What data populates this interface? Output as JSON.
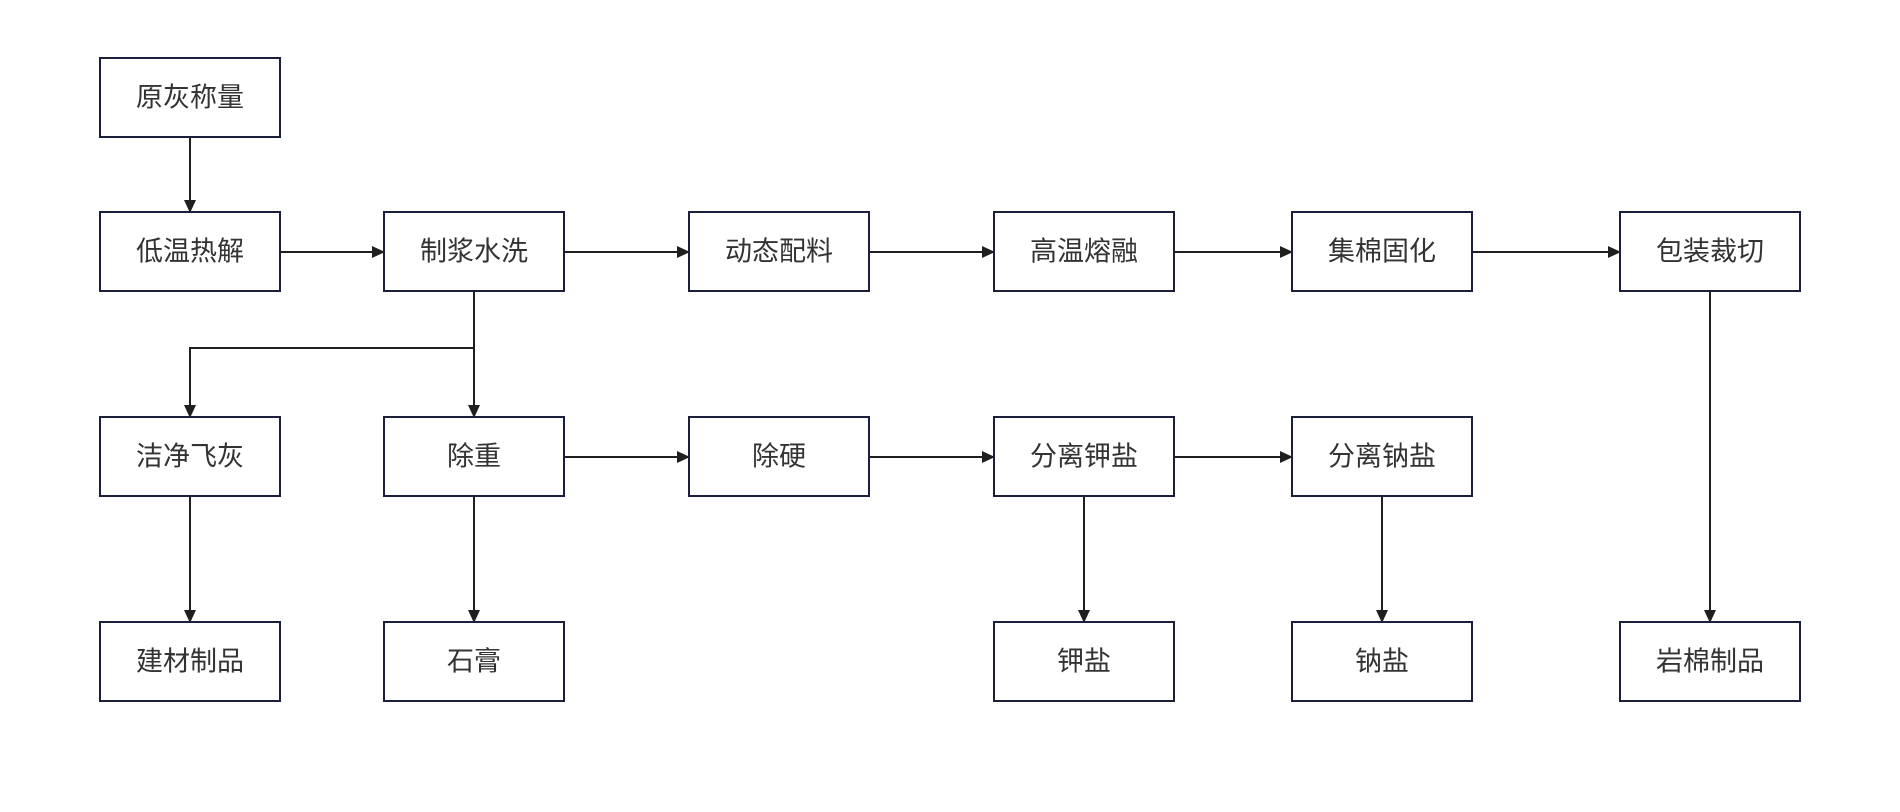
{
  "diagram": {
    "nodes": {
      "raw_ash_weighing": "原灰称量",
      "low_temp_pyrolysis": "低温热解",
      "slurry_washing": "制浆水洗",
      "dynamic_batching": "动态配料",
      "high_temp_melting": "高温熔融",
      "fiber_curing": "集棉固化",
      "packaging_cutting": "包装裁切",
      "clean_fly_ash": "洁净飞灰",
      "heavy_metal_removal": "除重",
      "hardness_removal": "除硬",
      "potassium_separation": "分离钾盐",
      "sodium_separation": "分离钠盐",
      "building_materials": "建材制品",
      "gypsum": "石膏",
      "potassium_salt": "钾盐",
      "sodium_salt": "钠盐",
      "rock_wool_products": "岩棉制品"
    },
    "edges": [
      [
        "raw_ash_weighing",
        "low_temp_pyrolysis"
      ],
      [
        "low_temp_pyrolysis",
        "slurry_washing"
      ],
      [
        "slurry_washing",
        "dynamic_batching"
      ],
      [
        "dynamic_batching",
        "high_temp_melting"
      ],
      [
        "high_temp_melting",
        "fiber_curing"
      ],
      [
        "fiber_curing",
        "packaging_cutting"
      ],
      [
        "slurry_washing",
        "clean_fly_ash"
      ],
      [
        "slurry_washing",
        "heavy_metal_removal"
      ],
      [
        "heavy_metal_removal",
        "hardness_removal"
      ],
      [
        "hardness_removal",
        "potassium_separation"
      ],
      [
        "potassium_separation",
        "sodium_separation"
      ],
      [
        "clean_fly_ash",
        "building_materials"
      ],
      [
        "heavy_metal_removal",
        "gypsum"
      ],
      [
        "potassium_separation",
        "potassium_salt"
      ],
      [
        "sodium_separation",
        "sodium_salt"
      ],
      [
        "packaging_cutting",
        "rock_wool_products"
      ]
    ]
  }
}
